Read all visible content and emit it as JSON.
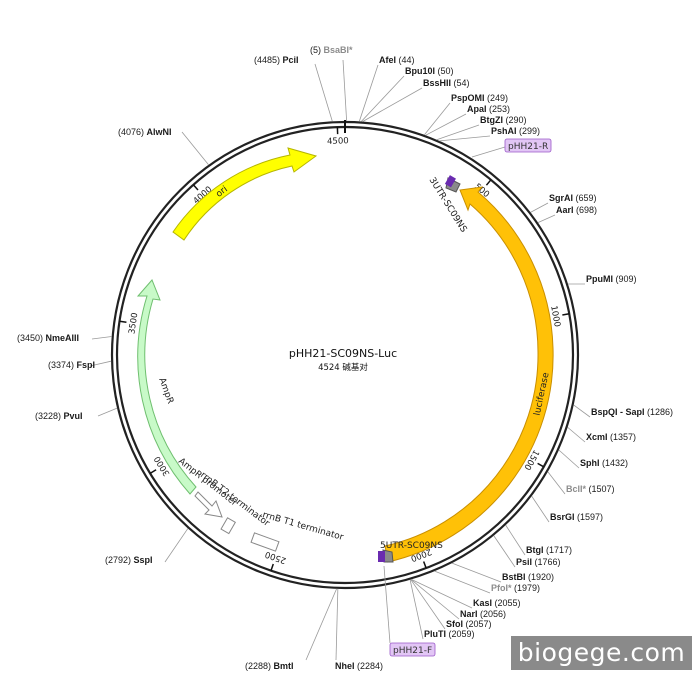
{
  "plasmid": {
    "name": "pHH21-SC09NS-Luc",
    "length_text": "4524 碱基对",
    "length": 4524
  },
  "ticks": [
    "500",
    "1000",
    "1500",
    "2000",
    "2500",
    "3000",
    "3500",
    "4000",
    "4500"
  ],
  "enzymes": [
    {
      "name": "BsaBI*",
      "pos": "(5)",
      "bp": 5,
      "side": "center",
      "dim": true
    },
    {
      "name": "PciI",
      "pos": "(4485)",
      "bp": 4485,
      "side": "left",
      "dim": false
    },
    {
      "name": "AfeI",
      "pos": "(44)",
      "bp": 44,
      "side": "right",
      "dim": false
    },
    {
      "name": "Bpu10I",
      "pos": "(50)",
      "bp": 50,
      "side": "right",
      "dim": false
    },
    {
      "name": "BssHII",
      "pos": "(54)",
      "bp": 54,
      "side": "right",
      "dim": false
    },
    {
      "name": "PspOMI",
      "pos": "(249)",
      "bp": 249,
      "side": "right",
      "dim": false
    },
    {
      "name": "ApaI",
      "pos": "(253)",
      "bp": 253,
      "side": "right",
      "dim": false
    },
    {
      "name": "BtgZI",
      "pos": "(290)",
      "bp": 290,
      "side": "right",
      "dim": false
    },
    {
      "name": "PshAI",
      "pos": "(299)",
      "bp": 299,
      "side": "right",
      "dim": false
    },
    {
      "name": "SgrAI",
      "pos": "(659)",
      "bp": 659,
      "side": "right",
      "dim": false
    },
    {
      "name": "AarI",
      "pos": "(698)",
      "bp": 698,
      "side": "right",
      "dim": false
    },
    {
      "name": "PpuMI",
      "pos": "(909)",
      "bp": 909,
      "side": "right",
      "dim": false
    },
    {
      "name": "BspQI - SapI",
      "pos": "(1286)",
      "bp": 1286,
      "side": "right",
      "dim": false
    },
    {
      "name": "XcmI",
      "pos": "(1357)",
      "bp": 1357,
      "side": "right",
      "dim": false
    },
    {
      "name": "SphI",
      "pos": "(1432)",
      "bp": 1432,
      "side": "right",
      "dim": false
    },
    {
      "name": "BclI*",
      "pos": "(1507)",
      "bp": 1507,
      "side": "right",
      "dim": true
    },
    {
      "name": "BsrGI",
      "pos": "(1597)",
      "bp": 1597,
      "side": "right",
      "dim": false
    },
    {
      "name": "BtgI",
      "pos": "(1717)",
      "bp": 1717,
      "side": "right",
      "dim": false
    },
    {
      "name": "PsiI",
      "pos": "(1766)",
      "bp": 1766,
      "side": "right",
      "dim": false
    },
    {
      "name": "BstBI",
      "pos": "(1920)",
      "bp": 1920,
      "side": "right",
      "dim": false
    },
    {
      "name": "PfoI*",
      "pos": "(1979)",
      "bp": 1979,
      "side": "right",
      "dim": true
    },
    {
      "name": "KasI",
      "pos": "(2055)",
      "bp": 2055,
      "side": "right",
      "dim": false
    },
    {
      "name": "NarI",
      "pos": "(2056)",
      "bp": 2056,
      "side": "right",
      "dim": false
    },
    {
      "name": "SfoI",
      "pos": "(2057)",
      "bp": 2057,
      "side": "right",
      "dim": false
    },
    {
      "name": "PluTI",
      "pos": "(2059)",
      "bp": 2059,
      "side": "right",
      "dim": false
    },
    {
      "name": "NheI",
      "pos": "(2284)",
      "bp": 2284,
      "side": "right",
      "dim": false
    },
    {
      "name": "BmtI",
      "pos": "(2288)",
      "bp": 2288,
      "side": "left",
      "dim": false
    },
    {
      "name": "SspI",
      "pos": "(2792)",
      "bp": 2792,
      "side": "left",
      "dim": false
    },
    {
      "name": "PvuI",
      "pos": "(3228)",
      "bp": 3228,
      "side": "left",
      "dim": false
    },
    {
      "name": "FspI",
      "pos": "(3374)",
      "bp": 3374,
      "side": "left",
      "dim": false
    },
    {
      "name": "NmeAIII",
      "pos": "(3450)",
      "bp": 3450,
      "side": "left",
      "dim": false
    },
    {
      "name": "AlwNI",
      "pos": "(4076)",
      "bp": 4076,
      "side": "left",
      "dim": false
    }
  ],
  "features": [
    {
      "name": "ori",
      "color": "#ffff00",
      "stroke": "#b5b500",
      "direction": "cw"
    },
    {
      "name": "luciferase",
      "color": "#ffc107",
      "stroke": "#c98f00",
      "direction": "ccw"
    },
    {
      "name": "AmpR",
      "color": "#c8fac8",
      "stroke": "#6fbf6f",
      "direction": "ccw"
    },
    {
      "name": "AmpR promoter",
      "color": "#ffffff",
      "stroke": "#888888",
      "direction": "ccw"
    },
    {
      "name": "rrnB T2 terminator",
      "color": "#ffffff",
      "stroke": "#888888",
      "direction": "none"
    },
    {
      "name": "rrnB T1 terminator",
      "color": "#ffffff",
      "stroke": "#888888",
      "direction": "none"
    },
    {
      "name": "3UTR-SC09NS",
      "color": "#8a8a8a",
      "stroke": "#555555",
      "direction": "ccw"
    },
    {
      "name": "5UTR-SC09NS",
      "color": "#8a8a8a",
      "stroke": "#555555",
      "direction": "ccw"
    }
  ],
  "primers": [
    {
      "name": "pHH21-R",
      "color": "#e2c6f5",
      "border": "#9b59c9"
    },
    {
      "name": "pHH21-F",
      "color": "#e2c6f5",
      "border": "#9b59c9"
    }
  ],
  "watermark": "biogege.com"
}
